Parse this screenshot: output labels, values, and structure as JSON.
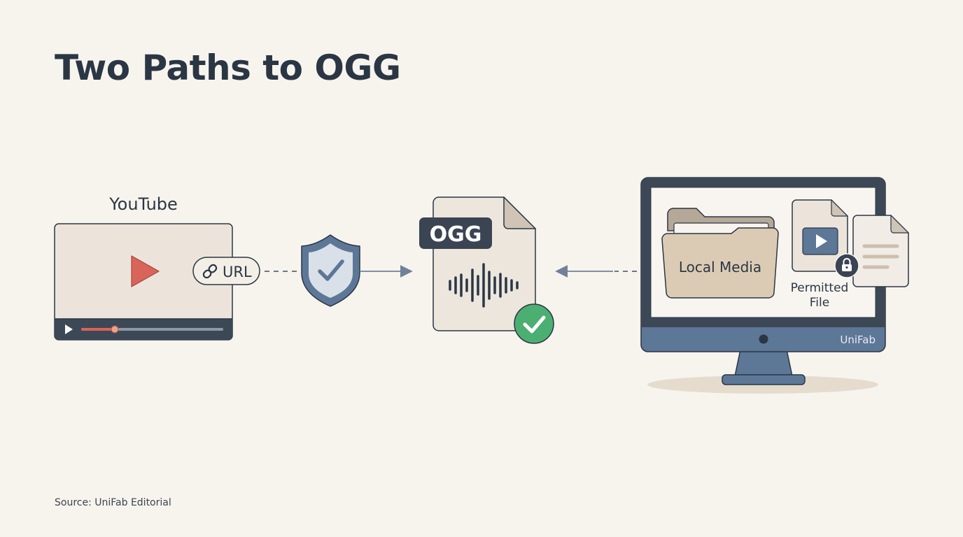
{
  "title": "Two Paths to OGG",
  "source": "Source: UniFab Editorial",
  "youtube": {
    "label": "YouTube",
    "url_badge": "URL"
  },
  "center": {
    "format_label": "OGG"
  },
  "desktop": {
    "folder_label": "Local Media",
    "file_label_line1": "Permitted",
    "file_label_line2": "File",
    "brand": "UniFab"
  },
  "colors": {
    "background": "#f7f4ee",
    "ink": "#2b3644",
    "steel_blue": "#5d7797",
    "play_red": "#d9645a",
    "check_green": "#4caf72",
    "folder_tan": "#dccbb4",
    "card_beige": "#ece4db"
  },
  "icons": [
    "play-icon",
    "link-icon",
    "shield-check-icon",
    "waveform-icon",
    "check-badge-icon",
    "folder-icon",
    "video-file-icon",
    "lock-icon",
    "document-icon",
    "monitor-icon"
  ]
}
